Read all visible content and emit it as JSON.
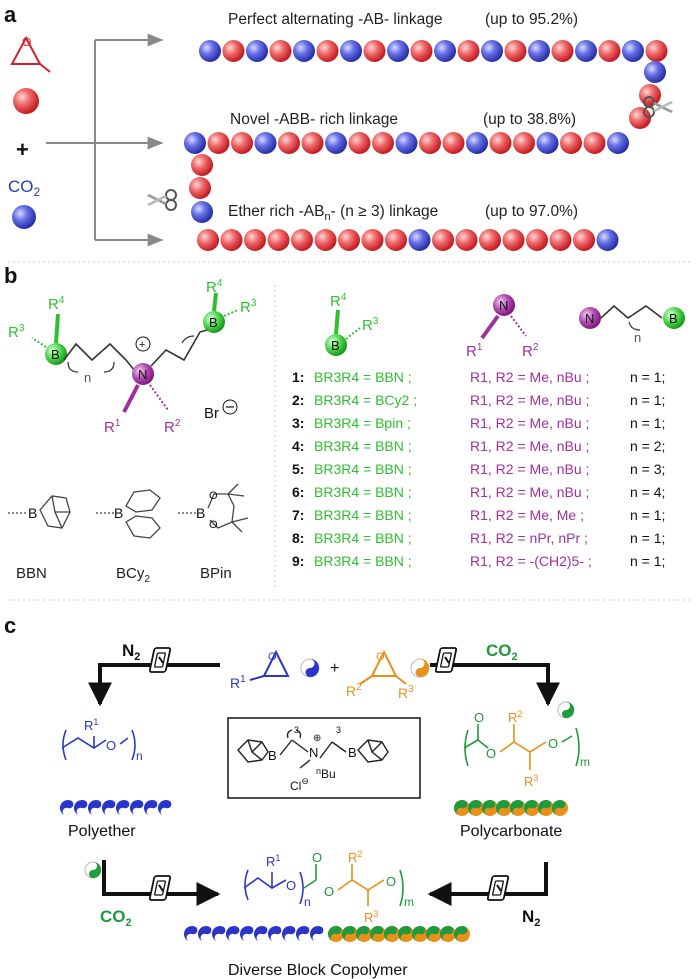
{
  "colors": {
    "red_monomer": "#e0303a",
    "blue_monomer": "#3a44cc",
    "boron_green": "#2fc02f",
    "nitrogen_purple": "#a0309c",
    "co2_green": "#1f9a3c",
    "monomer2_orange": "#e8901a",
    "gray_arrow": "#888888"
  },
  "panel_a": {
    "label": "a",
    "reactant_co2": "CO2",
    "plus": "+",
    "chains": [
      {
        "text": "Perfect alternating -AB- linkage",
        "yield": "(up to 95.2%)"
      },
      {
        "text": "Novel  -ABB- rich linkage",
        "yield": "(up to 38.8%)"
      },
      {
        "text": "Ether rich -ABn- (n ≥ 3) linkage",
        "yield": "(up to 97.0%)"
      }
    ]
  },
  "panel_b": {
    "label": "b",
    "bromide": "Br",
    "n_label": "n",
    "charge": "+",
    "atoms": {
      "B": "B",
      "N": "N",
      "R1": "R1",
      "R2": "R2",
      "R3": "R3",
      "R4": "R4"
    },
    "boranes": [
      "BBN",
      "BCy2",
      "BPin"
    ],
    "table": [
      {
        "id": "1",
        "boron": "BR3R4 = BBN ;",
        "amine": "R1, R2 = Me, nBu ;",
        "n": "n = 1;"
      },
      {
        "id": "2",
        "boron": "BR3R4 = BCy2 ;",
        "amine": "R1, R2 = Me, nBu ;",
        "n": "n = 1;"
      },
      {
        "id": "3",
        "boron": "BR3R4 = Bpin ;",
        "amine": "R1, R2 = Me, nBu ;",
        "n": "n = 1;"
      },
      {
        "id": "4",
        "boron": "BR3R4 = BBN ;",
        "amine": "R1, R2 = Me, nBu ;",
        "n": "n = 2;"
      },
      {
        "id": "5",
        "boron": "BR3R4 = BBN ;",
        "amine": "R1, R2 = Me, nBu ;",
        "n": "n = 3;"
      },
      {
        "id": "6",
        "boron": "BR3R4 = BBN ;",
        "amine": "R1, R2 = Me, nBu ;",
        "n": "n = 4;"
      },
      {
        "id": "7",
        "boron": "BR3R4 = BBN ;",
        "amine": "R1, R2 = Me,  Me ;",
        "n": "n = 1;"
      },
      {
        "id": "8",
        "boron": "BR3R4 = BBN ;",
        "amine": "R1, R2 = nPr,  nPr ;",
        "n": "n = 1;"
      },
      {
        "id": "9",
        "boron": "BR3R4 = BBN ;",
        "amine": "R1, R2 = -(CH2)5- ;",
        "n": "n = 1;"
      }
    ]
  },
  "panel_c": {
    "label": "c",
    "n2_left": "N2",
    "co2_right": "CO2",
    "co2_bottom": "CO2",
    "n2_bottom": "N2",
    "polyether": "Polyether",
    "polycarbonate": "Polycarbonate",
    "copolymer": "Diverse Block Copolymer",
    "catalyst_counterion": "Cl",
    "catalyst_nbu": "nBu",
    "sub_n": "n",
    "sub_m": "m",
    "sub_3": "3"
  }
}
